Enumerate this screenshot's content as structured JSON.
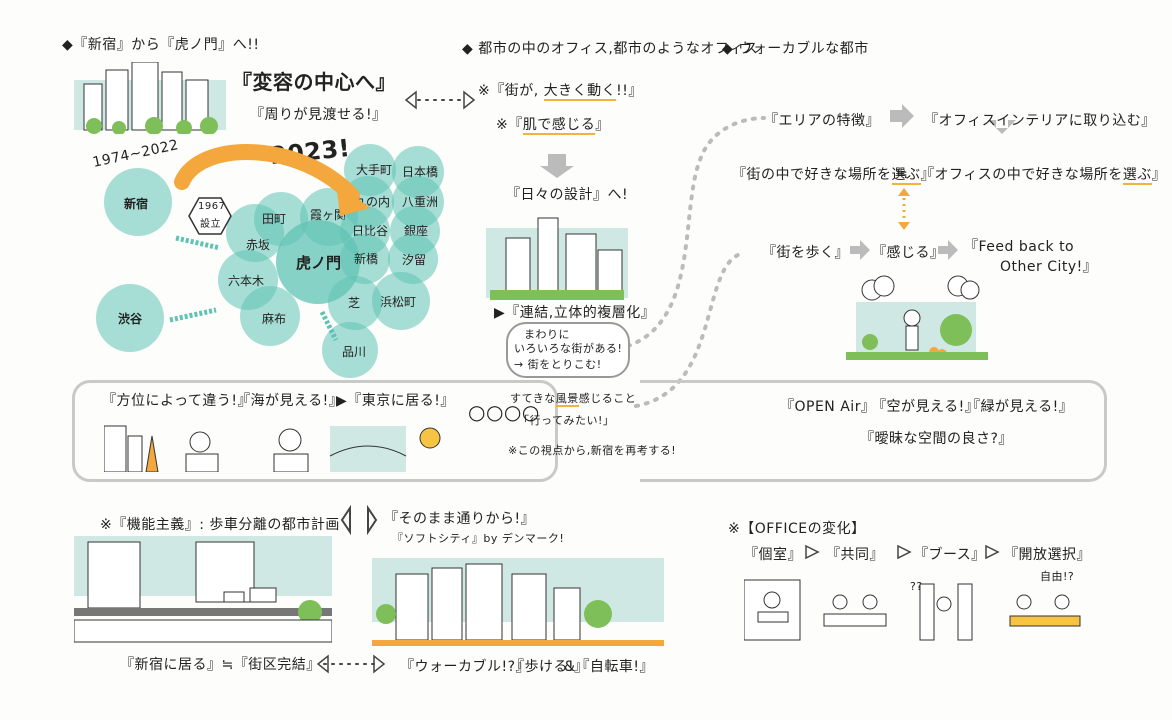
{
  "headers": {
    "h1": "◆『新宿』から『虎ノ門』へ!!",
    "h2": "◆ 都市の中のオフィス,都市のようなオフィス",
    "h3": "◆ ウォーカブルな都市"
  },
  "center": {
    "title": "『変容の中心へ』",
    "subtitle": "『周りが見渡せる!』",
    "dates": "1974~2022",
    "year": "2023!",
    "founded_year": "1967",
    "founded_label": "設立"
  },
  "map_circles": {
    "shinjuku": "新宿",
    "toranomon": "虎ノ門",
    "akasaka": "赤坂",
    "tamachi": "田町",
    "roppongi": "六本木",
    "azabu": "麻布",
    "shibuya": "渋谷",
    "shinagawa": "品川",
    "kasumigaseki": "霞ヶ関",
    "otemachi": "大手町",
    "marunouchi": "丸の内",
    "hibiya": "日比谷",
    "shinbashi": "新橋",
    "nihonbashi": "日本橋",
    "yaesu": "八重洲",
    "ginza": "銀座",
    "shiodome": "汐留",
    "hamamatsucho": "浜松町",
    "shiba": "芝"
  },
  "middle": {
    "n1_prefix": "※『街が, ",
    "n1_hl": "大きく動く",
    "n1_suffix": "!!』",
    "n2_prefix": "※『",
    "n2_hl": "肌で感じる",
    "n2_suffix": "』",
    "daily": "『日々の設計』へ!",
    "connect": "▶『連結,立体的複層化』",
    "bubble1": "まわりに",
    "bubble2": "いろいろな街がある!",
    "bubble3": "→ 街をとりこむ!"
  },
  "right": {
    "area": "『エリアの特徴』",
    "interior": "『オフィスインテリアに取り込む』",
    "choose_city_prefix": "『街の中で好きな場所を",
    "choose_city_hl": "選ぶ",
    "choose_city_suffix": "』",
    "choose_office_prefix": "『オフィスの中で好きな場所を",
    "choose_office_hl": "選ぶ",
    "choose_office_suffix": "』",
    "approx": "≒",
    "walk": "『街を歩く』",
    "feel": "『感じる』",
    "feedback1": "『Feed back to",
    "feedback2": "Other City!』"
  },
  "band": {
    "b1": "『方位によって違う!』",
    "b2": "『海が見える!』",
    "b3": "▶『東京に居る!』",
    "b4_prefix": "すてきな",
    "b4_hl": "風景",
    "b4_suffix": "感じること",
    "b5": "「行ってみたい!」",
    "b6": "※この視点から,新宿を再考する!",
    "r1": "『OPEN Air』",
    "r2": "『空が見える!』",
    "r3": "『緑が見える!』",
    "r4": "『曖昧な空間の良さ?』"
  },
  "bottom": {
    "func": "※『機能主義』: 歩車分離の都市計画",
    "through": "『そのまま通りから!』",
    "softcity": "『ソフトシティ』by デンマーク!",
    "reside": "『新宿に居る』≒『街区完結』",
    "walkable": "『ウォーカブル!?』",
    "walking": "『歩ける!』",
    "bike": "&『自転車!』"
  },
  "office": {
    "title": "※【OFFICEの変化】",
    "s1": "『個室』",
    "s2": "『共同』",
    "s3": "『ブース』",
    "s4": "『開放選択』",
    "hmm": "自由!?",
    "q": "??"
  },
  "colors": {
    "teal": "#5fc3b4",
    "yellow": "#f6c343",
    "orange": "#f3a73c",
    "gray": "#c9c9c9"
  }
}
